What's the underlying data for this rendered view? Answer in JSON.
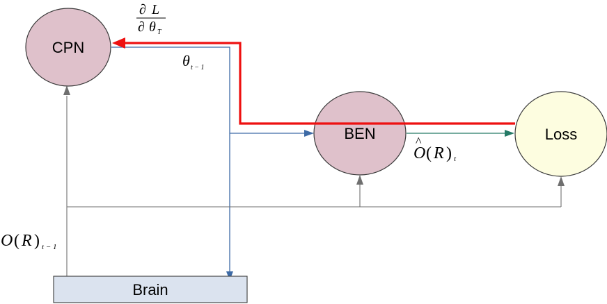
{
  "colors": {
    "network_fill": "#dfc1cb",
    "loss_fill": "#fdfde0",
    "brain_fill": "#dbe3ef",
    "node_stroke": "#3a3a3a",
    "gradient_arrow": "#ee1111",
    "parameter_arrow": "#3e6ba6",
    "prediction_arrow": "#257a66",
    "measurement_arrow": "#6f6f6f"
  },
  "nodes": {
    "cpn": {
      "label": "CPN"
    },
    "ben": {
      "label": "BEN"
    },
    "loss": {
      "label": "Loss"
    },
    "brain": {
      "label": "Brain"
    }
  },
  "labels": {
    "gradient": {
      "numerator_symbol": "∂",
      "numerator_var": "L",
      "denominator_symbol": "∂",
      "denominator_var": "θ",
      "denominator_sub": "T"
    },
    "theta_prev": {
      "var": "θ",
      "sub": "t − 1"
    },
    "predicted_output": {
      "hat": "^",
      "func": "O",
      "open": "(",
      "arg": "R",
      "close": ")",
      "sub": "t"
    },
    "observed_output": {
      "func": "O",
      "open": "(",
      "arg": "R",
      "close": ")",
      "sub": "t − 1"
    }
  }
}
